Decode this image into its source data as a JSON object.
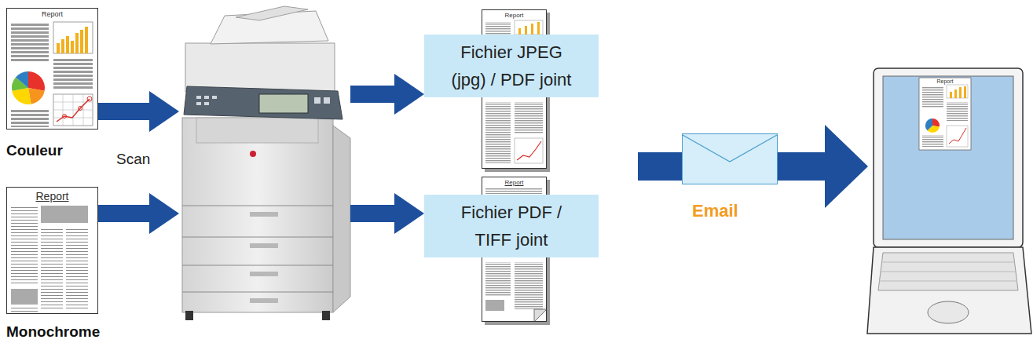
{
  "diagram": {
    "nodes": [
      {
        "text": [
          "Report",
          "Couleur"
        ]
      },
      {
        "text": [
          "Report",
          "Monochrome"
        ]
      },
      {
        "text": [
          "Scan"
        ]
      },
      {
        "text": [
          "Report"
        ]
      },
      {
        "text": [
          "Fichier JPEG (jpg) / PDF joint"
        ]
      },
      {
        "text": [
          "Report"
        ]
      },
      {
        "text": [
          "Fichier PDF / TIFF joint"
        ]
      },
      {
        "text": [
          "Email"
        ]
      },
      {
        "text": [
          "Report"
        ]
      }
    ],
    "edges": [
      {
        "from": 0,
        "to": 2,
        "arrow": "to"
      },
      {
        "from": 1,
        "to": 2,
        "arrow": "to"
      },
      {
        "from": 2,
        "to": 4,
        "arrow": "to"
      },
      {
        "from": 2,
        "to": 6,
        "arrow": "to"
      },
      {
        "from": 7,
        "to": 8,
        "arrow": "to"
      }
    ]
  }
}
